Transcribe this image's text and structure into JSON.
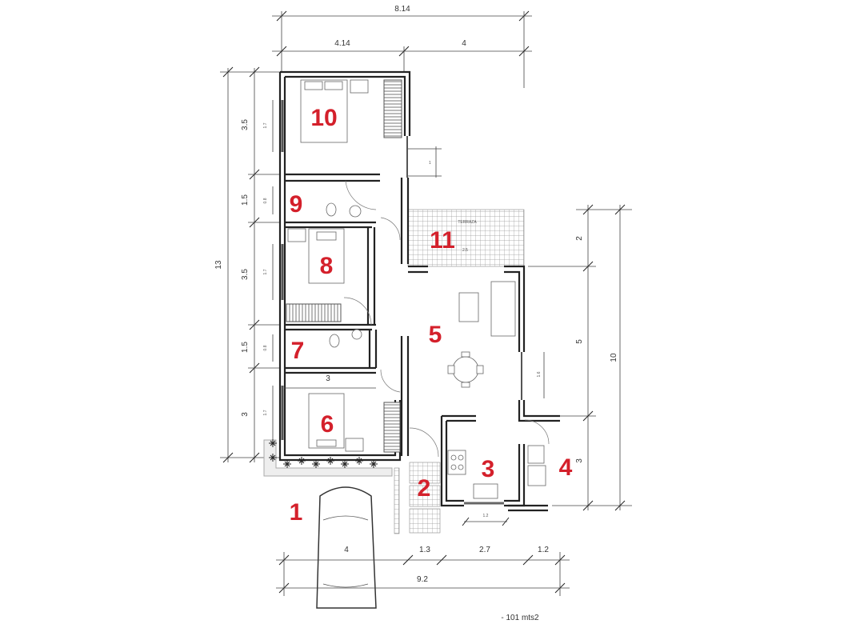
{
  "plan": {
    "rooms": [
      {
        "number": "1"
      },
      {
        "number": "2"
      },
      {
        "number": "3"
      },
      {
        "number": "4"
      },
      {
        "number": "5"
      },
      {
        "number": "6"
      },
      {
        "number": "7"
      },
      {
        "number": "8"
      },
      {
        "number": "9"
      },
      {
        "number": "10"
      },
      {
        "number": "11"
      }
    ],
    "terrace_label": "TERRAZA",
    "area_label": "- 101 mts2",
    "colors": {
      "room_number": "#d4202b",
      "lines": "#222222"
    }
  },
  "dimensions": {
    "top_total": "8.14",
    "top_left": "4.14",
    "top_right": "4",
    "left_total": "13",
    "left_segments": [
      "3.5",
      "1.5",
      "3.5",
      "1.5",
      "3"
    ],
    "window_widths": [
      "1.7",
      "0.8",
      "1.7",
      "0.8",
      "1.7"
    ],
    "right_total": "10",
    "right_segments": [
      "2",
      "5",
      "3"
    ],
    "bottom_segments": [
      "4",
      "1.3",
      "2.7",
      "1.2"
    ],
    "bottom_total": "9.2",
    "bedroom6_width": "3",
    "kitchen_window": "1.2",
    "hall_window": "1",
    "living_window": "1.6",
    "terrace_width": "2.5"
  }
}
